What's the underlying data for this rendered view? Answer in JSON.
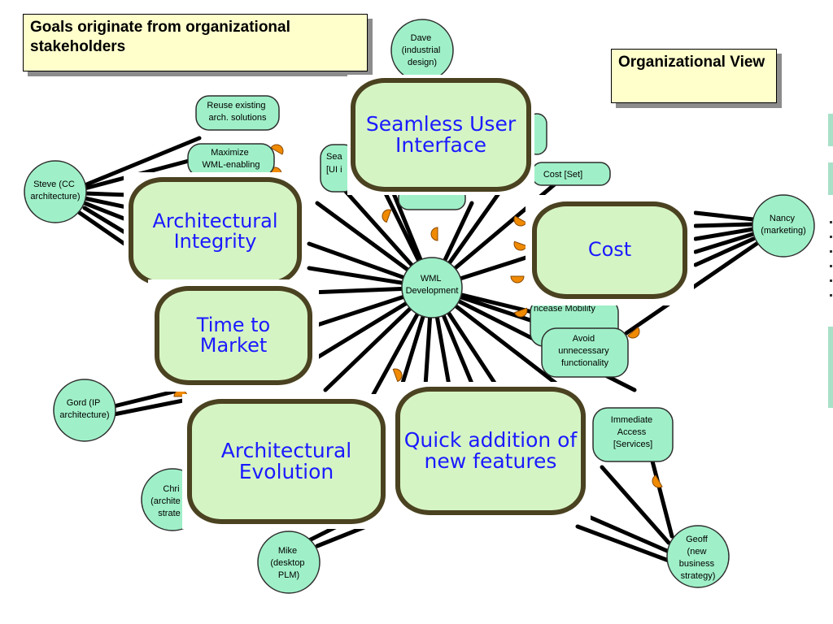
{
  "callouts": {
    "goals": "Goals originate from organizational stakeholders",
    "org_view": "Organizational View"
  },
  "center": {
    "lines": [
      "WML",
      "Development"
    ]
  },
  "actors": [
    {
      "id": "dave",
      "lines": [
        "Dave",
        "(industrial",
        "design)"
      ]
    },
    {
      "id": "steve",
      "lines": [
        "Steve (CC",
        "architecture)"
      ]
    },
    {
      "id": "nancy",
      "lines": [
        "Nancy",
        "(marketing)"
      ]
    },
    {
      "id": "gord",
      "lines": [
        "Gord (IP",
        "architecture)"
      ]
    },
    {
      "id": "chris",
      "lines": [
        "Chri",
        "(archite",
        "strate"
      ]
    },
    {
      "id": "mike",
      "lines": [
        "Mike",
        "(desktop",
        "PLM)"
      ]
    },
    {
      "id": "geoff",
      "lines": [
        "Geoff",
        "(new",
        "business",
        "strategy)"
      ]
    }
  ],
  "softgoals": [
    {
      "id": "reuse",
      "lines": [
        "Reuse existing",
        "arch. solutions"
      ]
    },
    {
      "id": "maximize",
      "lines": [
        "Maximize",
        "WML-enabling"
      ]
    },
    {
      "id": "seamless-small",
      "lines": [
        "Sea",
        "[UI i"
      ]
    },
    {
      "id": "cost-set",
      "lines": [
        "Cost [Set]"
      ]
    },
    {
      "id": "mobility",
      "lines": [
        "ncease Mobility"
      ]
    },
    {
      "id": "avoid",
      "lines": [
        "Avoid",
        "unnecessary",
        "functionality"
      ]
    },
    {
      "id": "immediate",
      "lines": [
        "Immediate",
        "Access",
        "[Services]"
      ]
    }
  ],
  "overlays": [
    {
      "id": "seamless-ui",
      "text": "Seamless User Interface"
    },
    {
      "id": "arch-integrity",
      "text": "Architectural Integrity"
    },
    {
      "id": "cost",
      "text": "Cost"
    },
    {
      "id": "time-to-market",
      "text": "Time to Market"
    },
    {
      "id": "arch-evolution",
      "text": "Architectural Evolution"
    },
    {
      "id": "quick-addition",
      "text": "Quick addition of new features"
    }
  ],
  "colors": {
    "node_fill": "#9ff0c8",
    "node_stroke": "#2e2e2e",
    "link": "#000000",
    "contribution": "#f08a00",
    "overlay_fill": "#d5f4c4",
    "overlay_border": "#4a4220",
    "overlay_text": "#1a1aff",
    "callout_fill": "#ffffcc"
  }
}
